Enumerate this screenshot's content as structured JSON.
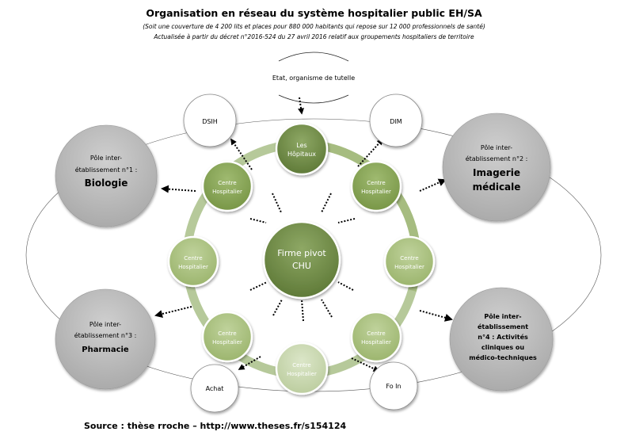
{
  "header": {
    "title": "Organisation en réseau du système hospitalier public EH/SA",
    "subtitle": "(Soit une couverture de 4 200 lits et places pour 880 000 habitants qui repose sur 12 000 professionnels de santé)",
    "subtitle2": "Actualisée à partir du décret n°2016-524 du 27 avril 2016 relatif aux groupements hospitaliers de territoire"
  },
  "tutelle": {
    "label": "Etat, organisme de tutelle"
  },
  "center": {
    "line1": "Firme pivot",
    "line2": "CHU"
  },
  "ring_nodes": [
    {
      "line1": "Les",
      "line2": "Hôpitaux"
    },
    {
      "line1": "Centre",
      "line2": "Hospitalier"
    },
    {
      "line1": "Centre",
      "line2": "Hospitalier"
    },
    {
      "line1": "Centre",
      "line2": "Hospitalier"
    },
    {
      "line1": "Centre",
      "line2": "Hospitalier"
    },
    {
      "line1": "Centre",
      "line2": "Hospitalier"
    },
    {
      "line1": "Centre",
      "line2": "Hospitalier"
    },
    {
      "line1": "Centre",
      "line2": "Hospitalier"
    }
  ],
  "small_nodes": {
    "dsih": "DSIH",
    "dim": "DIM",
    "achat": "Achat",
    "foin": "Fo In"
  },
  "poles": {
    "p1": {
      "line1": "Pôle inter-",
      "line2": "établissement n°1 :",
      "name": "Biologie"
    },
    "p2": {
      "line1": "Pôle inter-",
      "line2": "établissement n°2 :",
      "name1": "Imagerie",
      "name2": "médicale"
    },
    "p3": {
      "line1": "Pôle inter-",
      "line2": "établissement n°3 :",
      "name": "Pharmacie"
    },
    "p4": {
      "line1": "Pôle inter-",
      "line2": "établissement",
      "line3": "n°4 : Activités",
      "line4": "cliniques ou",
      "line5": "médico-techniques"
    }
  },
  "source": "Source : thèse rroche – http://www.theses.fr/s154124",
  "colors": {
    "dark_green": "#6e8a45",
    "mid_green": "#8aa85a",
    "light_green": "#a9c07c",
    "pale_green": "#c9d7b0",
    "ring": "#b4c895",
    "pole_gray": "#bfbfbf"
  }
}
